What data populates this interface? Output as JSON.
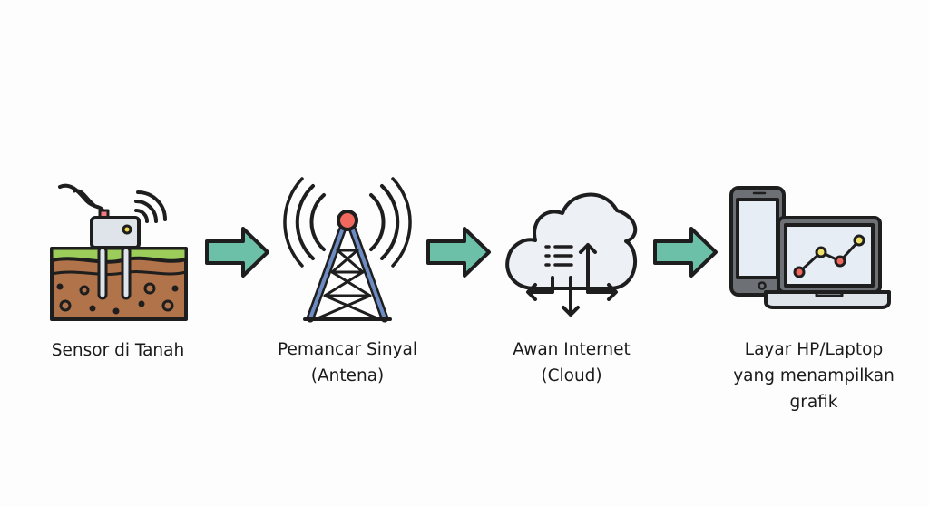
{
  "steps": [
    {
      "icon": "soil-sensor-icon",
      "lines": [
        "Sensor di Tanah"
      ]
    },
    {
      "icon": "antenna-tower-icon",
      "lines": [
        "Pemancar Sinyal",
        "(Antena)"
      ]
    },
    {
      "icon": "cloud-icon",
      "lines": [
        "Awan Internet",
        "(Cloud)"
      ]
    },
    {
      "icon": "phone-laptop-chart-icon",
      "lines": [
        "Layar HP/Laptop",
        "yang menampilkan",
        "grafik"
      ]
    }
  ],
  "colors": {
    "arrow": "#6cc0a8",
    "soil": "#b0734a",
    "grass": "#9ccc5a",
    "tower": "#6d8cc4",
    "signal_dot": "#f0685e",
    "outline": "#1e1e1e"
  }
}
